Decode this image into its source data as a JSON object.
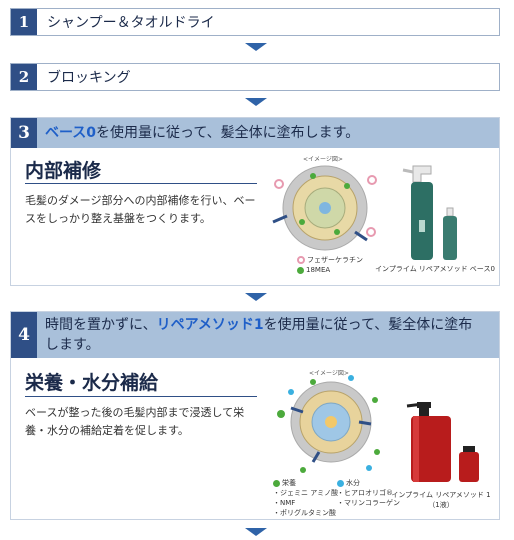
{
  "steps": [
    {
      "number": "1",
      "title": "シャンプー＆タオルドライ"
    },
    {
      "number": "2",
      "title": "ブロッキング"
    }
  ],
  "step3": {
    "number": "3",
    "heading_prefix": "",
    "heading_highlight": "ベース0",
    "heading_suffix": "を使用量に従って、髪全体に塗布します。",
    "section_title": "内部補修",
    "description": "毛髪のダメージ部分への内部補修を行い、ベースをしっかり整え基盤をつくります。",
    "diagram_caption": "<イメージ図>",
    "legend": [
      {
        "label": "フェザーケラチン",
        "color": "#e79ab0"
      },
      {
        "label": "18MEA",
        "color": "#4caa3c"
      }
    ],
    "product_caption": "インプライム リペアメソッド ベース0"
  },
  "step4": {
    "number": "4",
    "heading_prefix": "時間を置かずに、",
    "heading_highlight": "リペアメソッド1",
    "heading_suffix": "を使用量に従って、髪全体に塗布します。",
    "section_title": "栄養・水分補給",
    "description": "ベースが整った後の毛髪内部まで浸透して栄養・水分の補給定着を促します。",
    "diagram_caption": "<イメージ図>",
    "legend_nutrition_title": "栄養",
    "legend_nutrition_items": [
      "・ジェミニ アミノ酸",
      "・NMF",
      "・ポリグルタミン酸"
    ],
    "legend_water_title": "水分",
    "legend_water_items": [
      "・ヒアロオリゴ®",
      "・マリンコラーゲン"
    ],
    "product_caption_line1": "インプライム リペアメソッド 1",
    "product_caption_line2": "（1液）"
  },
  "colors": {
    "navy": "#2f4f86",
    "accent_blue": "#1f5fc8",
    "header_bg": "#a9c0da",
    "arrow": "#2f63a8"
  }
}
